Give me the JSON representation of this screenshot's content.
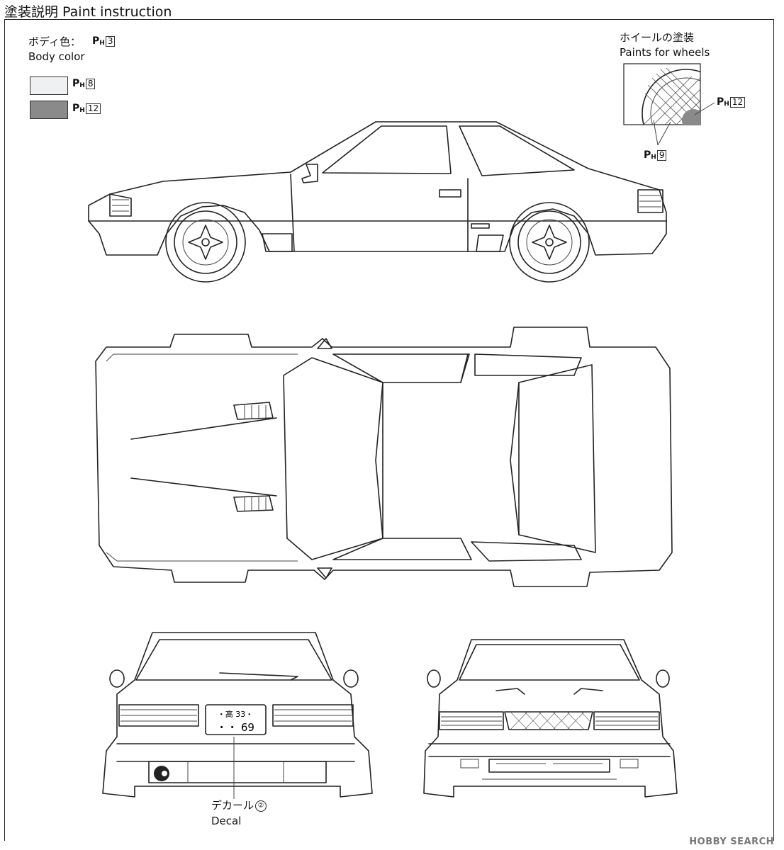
{
  "header": {
    "title": "塗装説明 Paint instruction"
  },
  "body_color": {
    "label_jp": "ボディ色：",
    "label_en": "Body color",
    "code": "3"
  },
  "paint_codes": [
    {
      "code": "8",
      "color": "#eef0f2"
    },
    {
      "code": "12",
      "color": "#8a8a8a"
    }
  ],
  "wheels": {
    "label_jp": "ホイールの塗装",
    "label_en": "Paints for wheels",
    "code_a": "12",
    "code_b": "9"
  },
  "decal": {
    "label_jp": "デカール",
    "label_en": "Decal",
    "number": "②"
  },
  "plate": {
    "top": "・高 33・",
    "bottom": "・・ 69"
  },
  "paint_prefix": {
    "p": "P",
    "h": "H"
  },
  "watermark": "HOBBY SEARCH"
}
